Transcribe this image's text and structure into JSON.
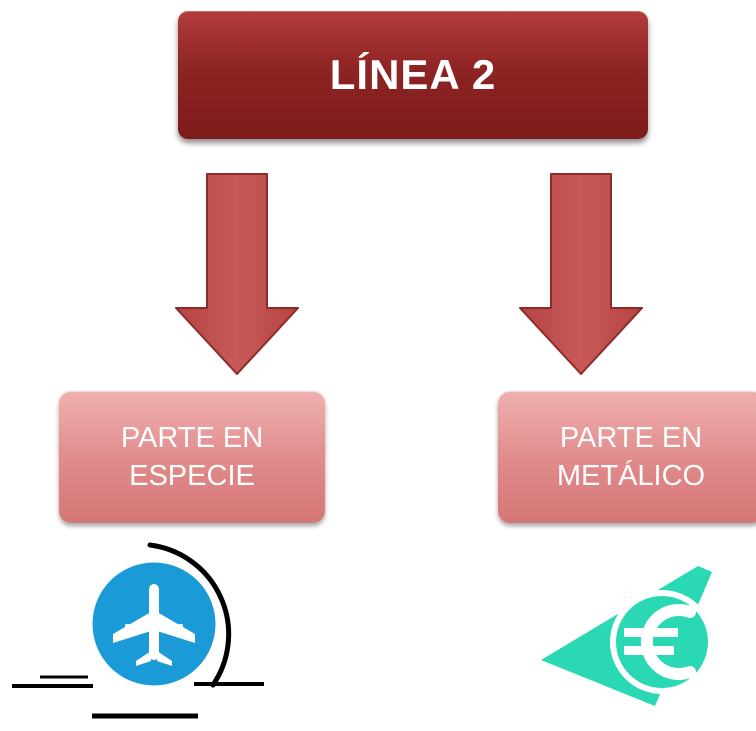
{
  "title_box": {
    "label": "LÍNEA 2"
  },
  "branches": [
    {
      "line1": "PARTE EN",
      "line2": "ESPECIE",
      "icon": "airplane-icon"
    },
    {
      "line1": "PARTE EN",
      "line2": "METÁLICO",
      "icon": "euro-icon"
    }
  ],
  "colors": {
    "title_box": "#8e2424",
    "branch_box": "#e08a8a",
    "arrow_fill": "#c05050",
    "arrow_stroke": "#8e2a2a",
    "airplane_circle": "#1a9ad6",
    "euro_teal": "#2ad9b4"
  }
}
